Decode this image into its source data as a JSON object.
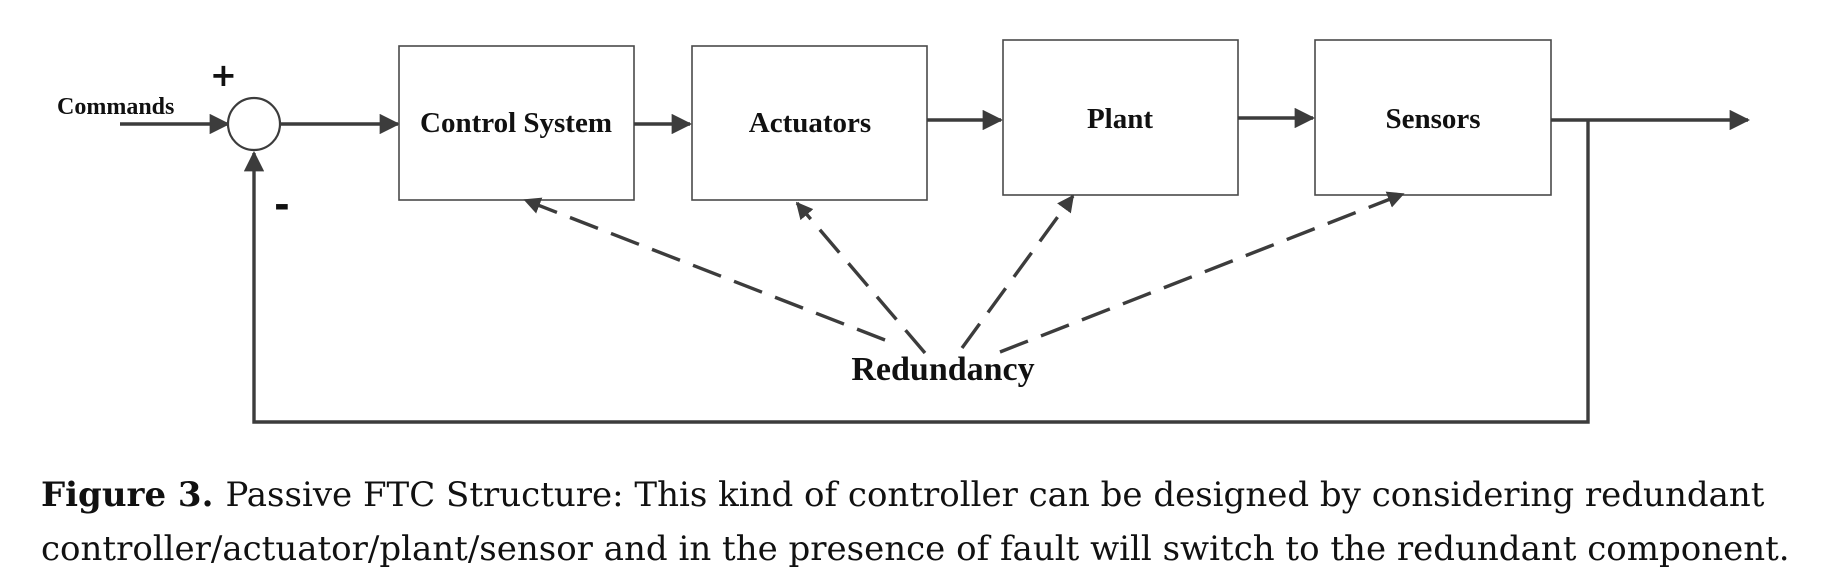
{
  "diagram": {
    "inputs": {
      "commands": "Commands",
      "plus_sign": "+",
      "minus_sign": "-"
    },
    "blocks": {
      "control_system": "Control System",
      "actuators": "Actuators",
      "plant": "Plant",
      "sensors": "Sensors"
    },
    "redundancy": "Redundancy"
  },
  "caption": {
    "label": "Figure 3.",
    "line1": "Passive FTC Structure: This kind of controller can be designed by considering redundant",
    "line2": "controller/actuator/plant/sensor and in the presence of fault will switch to the redundant component."
  }
}
